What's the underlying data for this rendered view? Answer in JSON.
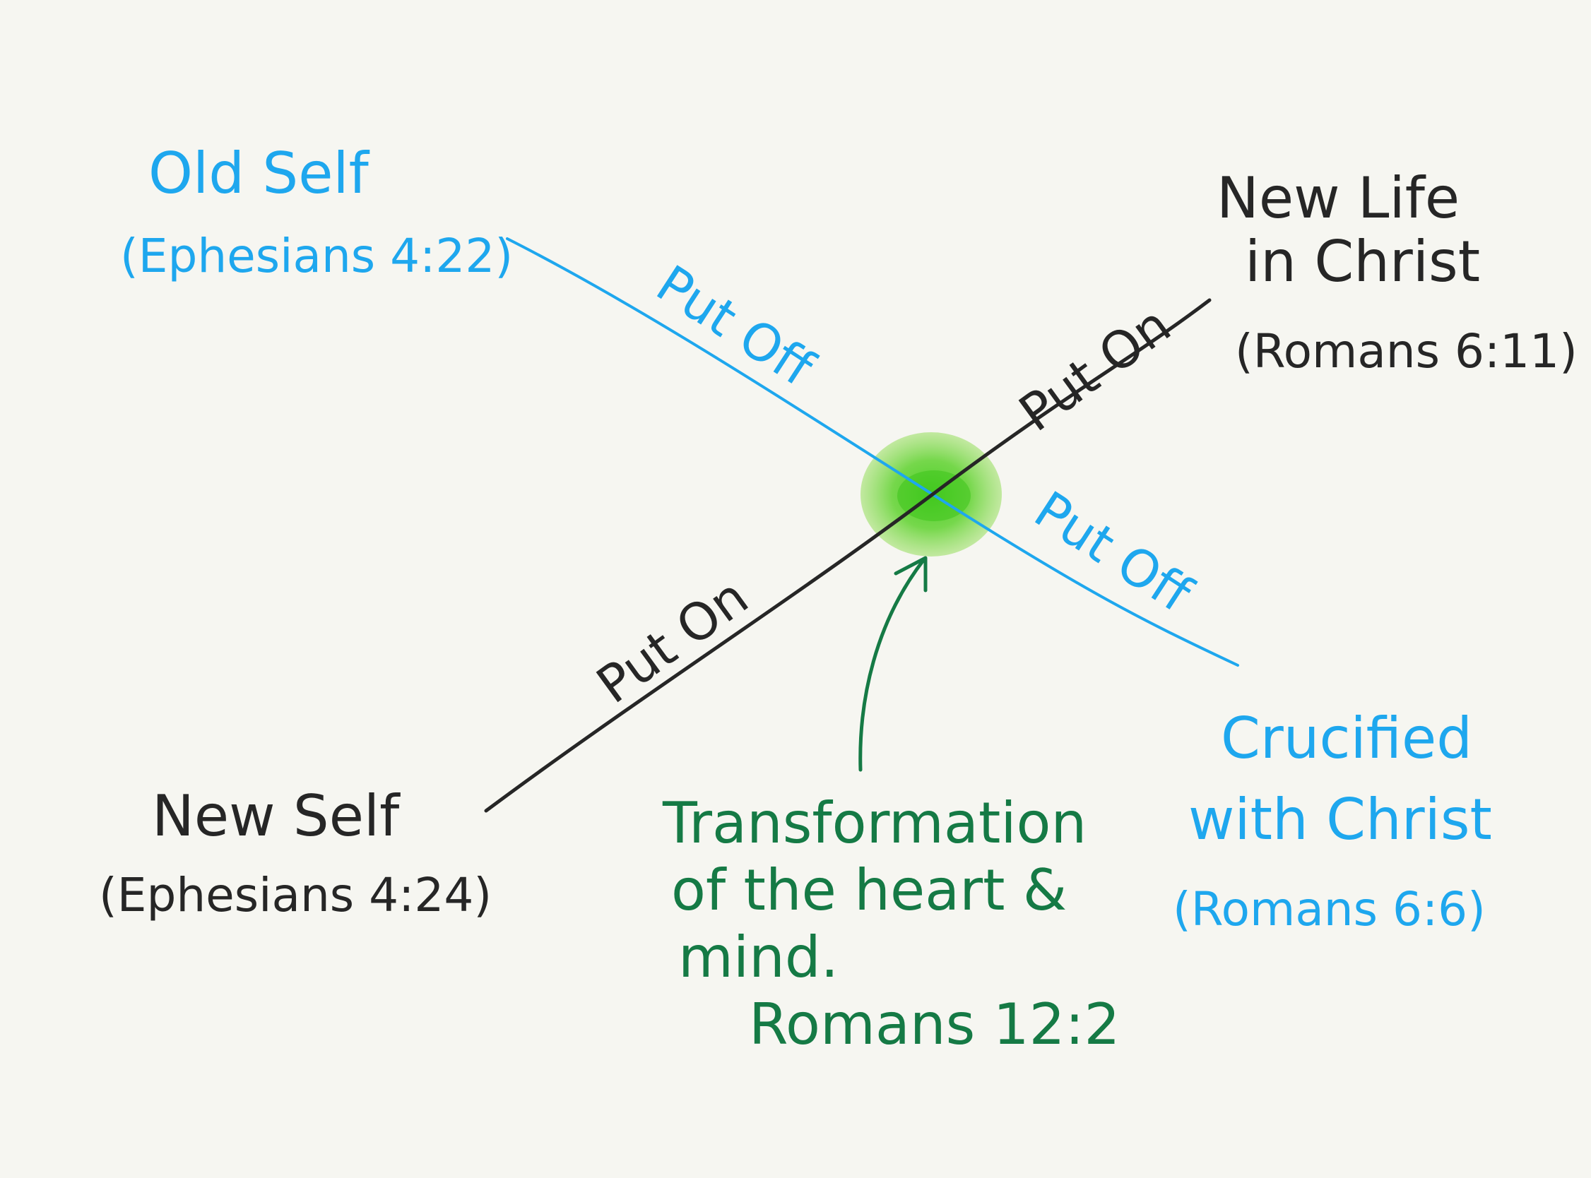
{
  "colors": {
    "background": "#f6f6f1",
    "old_self": "#1ea7ee",
    "new_self": "#262626",
    "transformation": "#157a45",
    "highlight": "#6fd230"
  },
  "old_self": {
    "title": "Old Self",
    "reference": "(Ephesians 4:22)"
  },
  "new_life": {
    "line1": "New Life",
    "line2": "in Christ",
    "reference": "(Romans 6:11)"
  },
  "new_self": {
    "title": "New Self",
    "reference": "(Ephesians 4:24)"
  },
  "crucified": {
    "line1": "Crucified",
    "line2": "with Christ",
    "reference": "(Romans 6:6)"
  },
  "line_labels": {
    "put_off_upper": "Put Off",
    "put_off_lower": "Put Off",
    "put_on_upper": "Put On",
    "put_on_lower": "Put On"
  },
  "transformation": {
    "line1": "Transformation",
    "line2": "of the heart &",
    "line3": "mind.",
    "reference": "Romans 12:2"
  }
}
